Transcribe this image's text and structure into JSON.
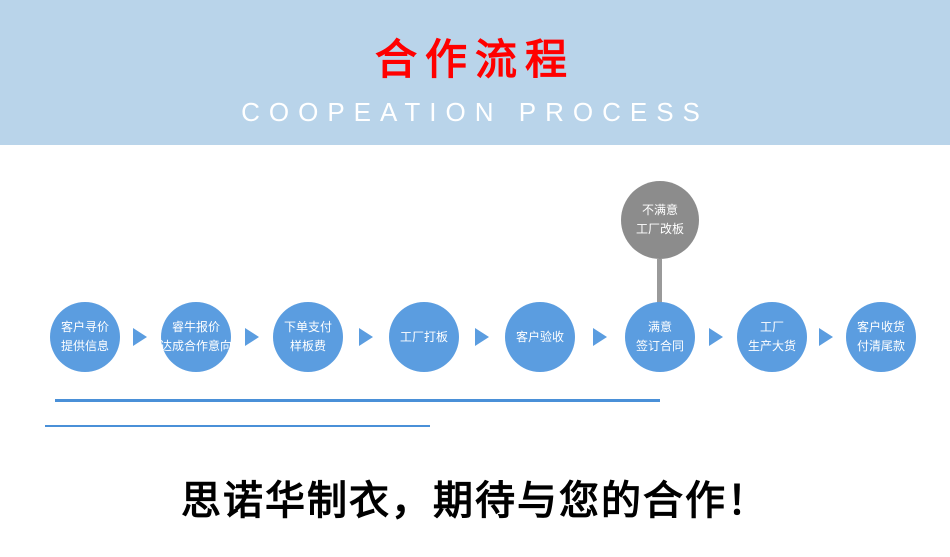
{
  "banner": {
    "title": "合作流程",
    "subtitle": "COOPEATION PROCESS"
  },
  "flow": {
    "steps": [
      {
        "line1": "客户寻价",
        "line2": "提供信息"
      },
      {
        "line1": "睿牛报价",
        "line2": "达成合作意向"
      },
      {
        "line1": "下单支付",
        "line2": "样板费"
      },
      {
        "line1": "工厂打板",
        "line2": ""
      },
      {
        "line1": "客户验收",
        "line2": ""
      },
      {
        "line1": "满意",
        "line2": "签订合同"
      },
      {
        "line1": "工厂",
        "line2": "生产大货"
      },
      {
        "line1": "客户收货",
        "line2": "付清尾款"
      }
    ],
    "alternate": {
      "line1": "不满意",
      "line2": "工厂改板"
    }
  },
  "footer": {
    "slogan": "思诺华制衣，期待与您的合作！"
  },
  "colors": {
    "banner_bg": "#b9d4ea",
    "title_red": "#ff0000",
    "node_blue": "#5b9de0",
    "node_gray": "#8c8c8c",
    "line_blue": "#4a90d8"
  }
}
